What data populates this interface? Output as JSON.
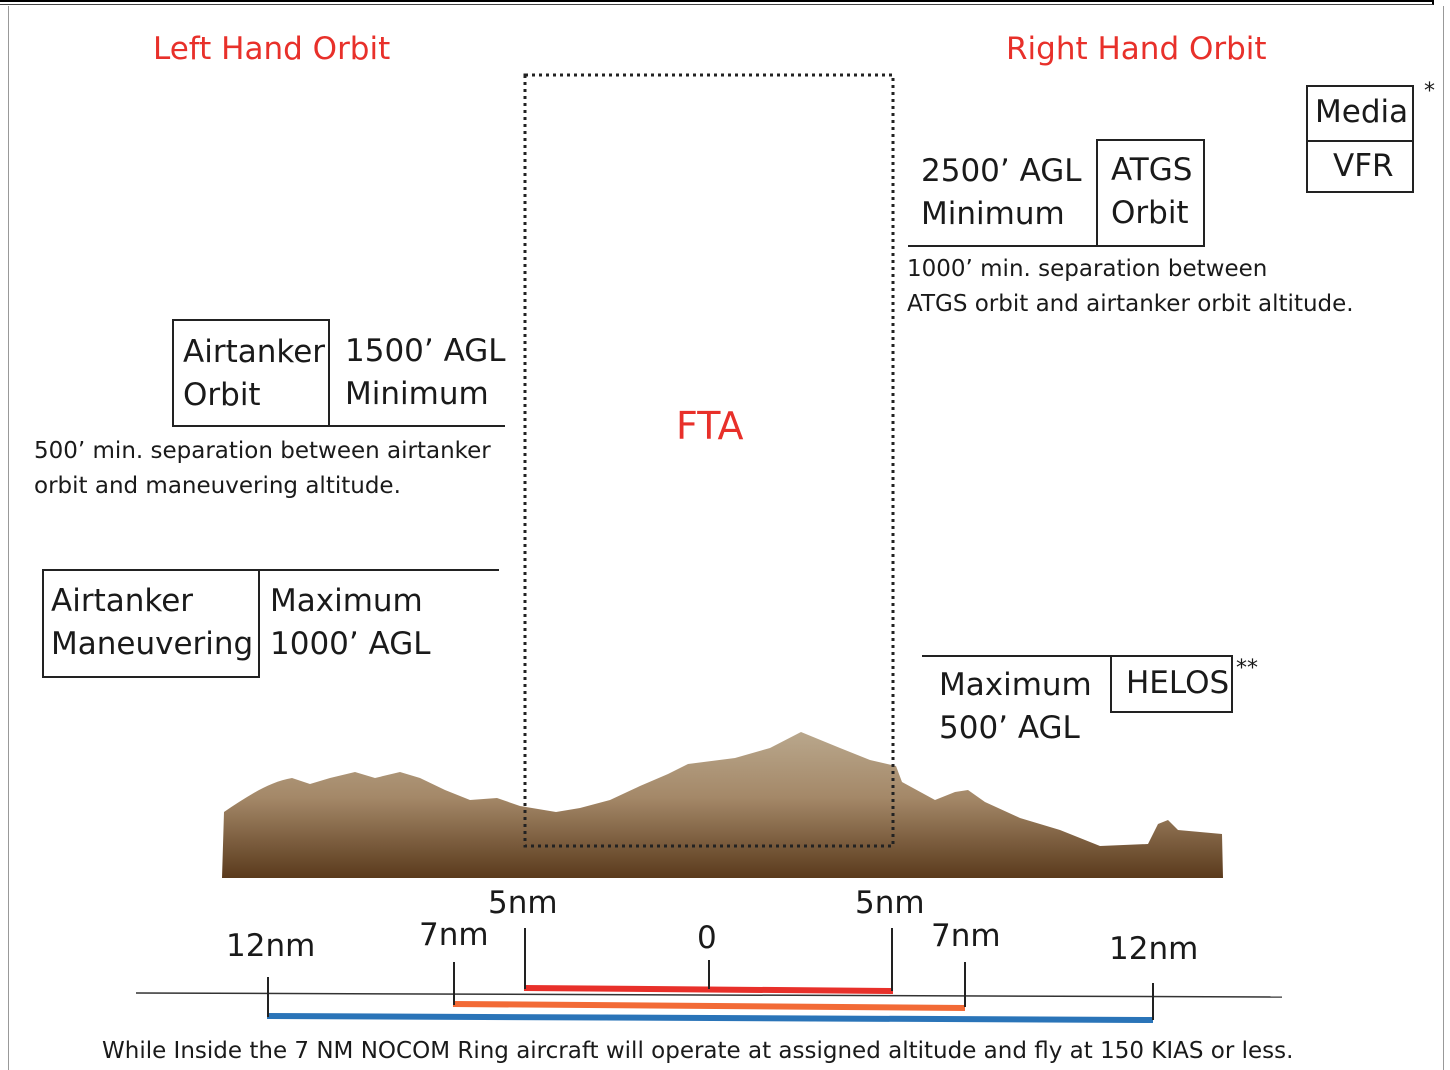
{
  "headings": {
    "left": "Left Hand Orbit",
    "right": "Right Hand Orbit",
    "center": "FTA"
  },
  "media_box": {
    "top": "Media",
    "bottom": "VFR",
    "mark": "*"
  },
  "atgs": {
    "altitude": "2500’ AGL\nMinimum",
    "label": "ATGS\nOrbit",
    "note": "1000’ min. separation between\nATGS orbit and airtanker orbit altitude."
  },
  "airtanker_orbit": {
    "label": "Airtanker\nOrbit",
    "altitude": "1500’ AGL\nMinimum",
    "note": "500’ min. separation between airtanker\norbit and maneuvering altitude."
  },
  "airtanker_maneuvering": {
    "label": "Airtanker\nManeuvering",
    "altitude": "Maximum\n1000’ AGL"
  },
  "helos": {
    "altitude": "Maximum\n500’ AGL",
    "label": "HELOS",
    "mark": "**"
  },
  "distance_labels": {
    "left_12": "12nm",
    "left_7": "7nm",
    "left_5": "5nm",
    "center_0": "0",
    "right_5": "5nm",
    "right_7": "7nm",
    "right_12": "12nm"
  },
  "colors": {
    "heading_red": "#e8302a",
    "ring_5nm": "#e8302a",
    "ring_7nm": "#f26a36",
    "ring_12nm": "#2a74b8",
    "terrain_light": "#b9a78c",
    "terrain_dark": "#5a3a1c"
  },
  "footer": "While Inside the 7 NM NOCOM Ring aircraft will operate at assigned altitude and fly at 150 KIAS or less."
}
